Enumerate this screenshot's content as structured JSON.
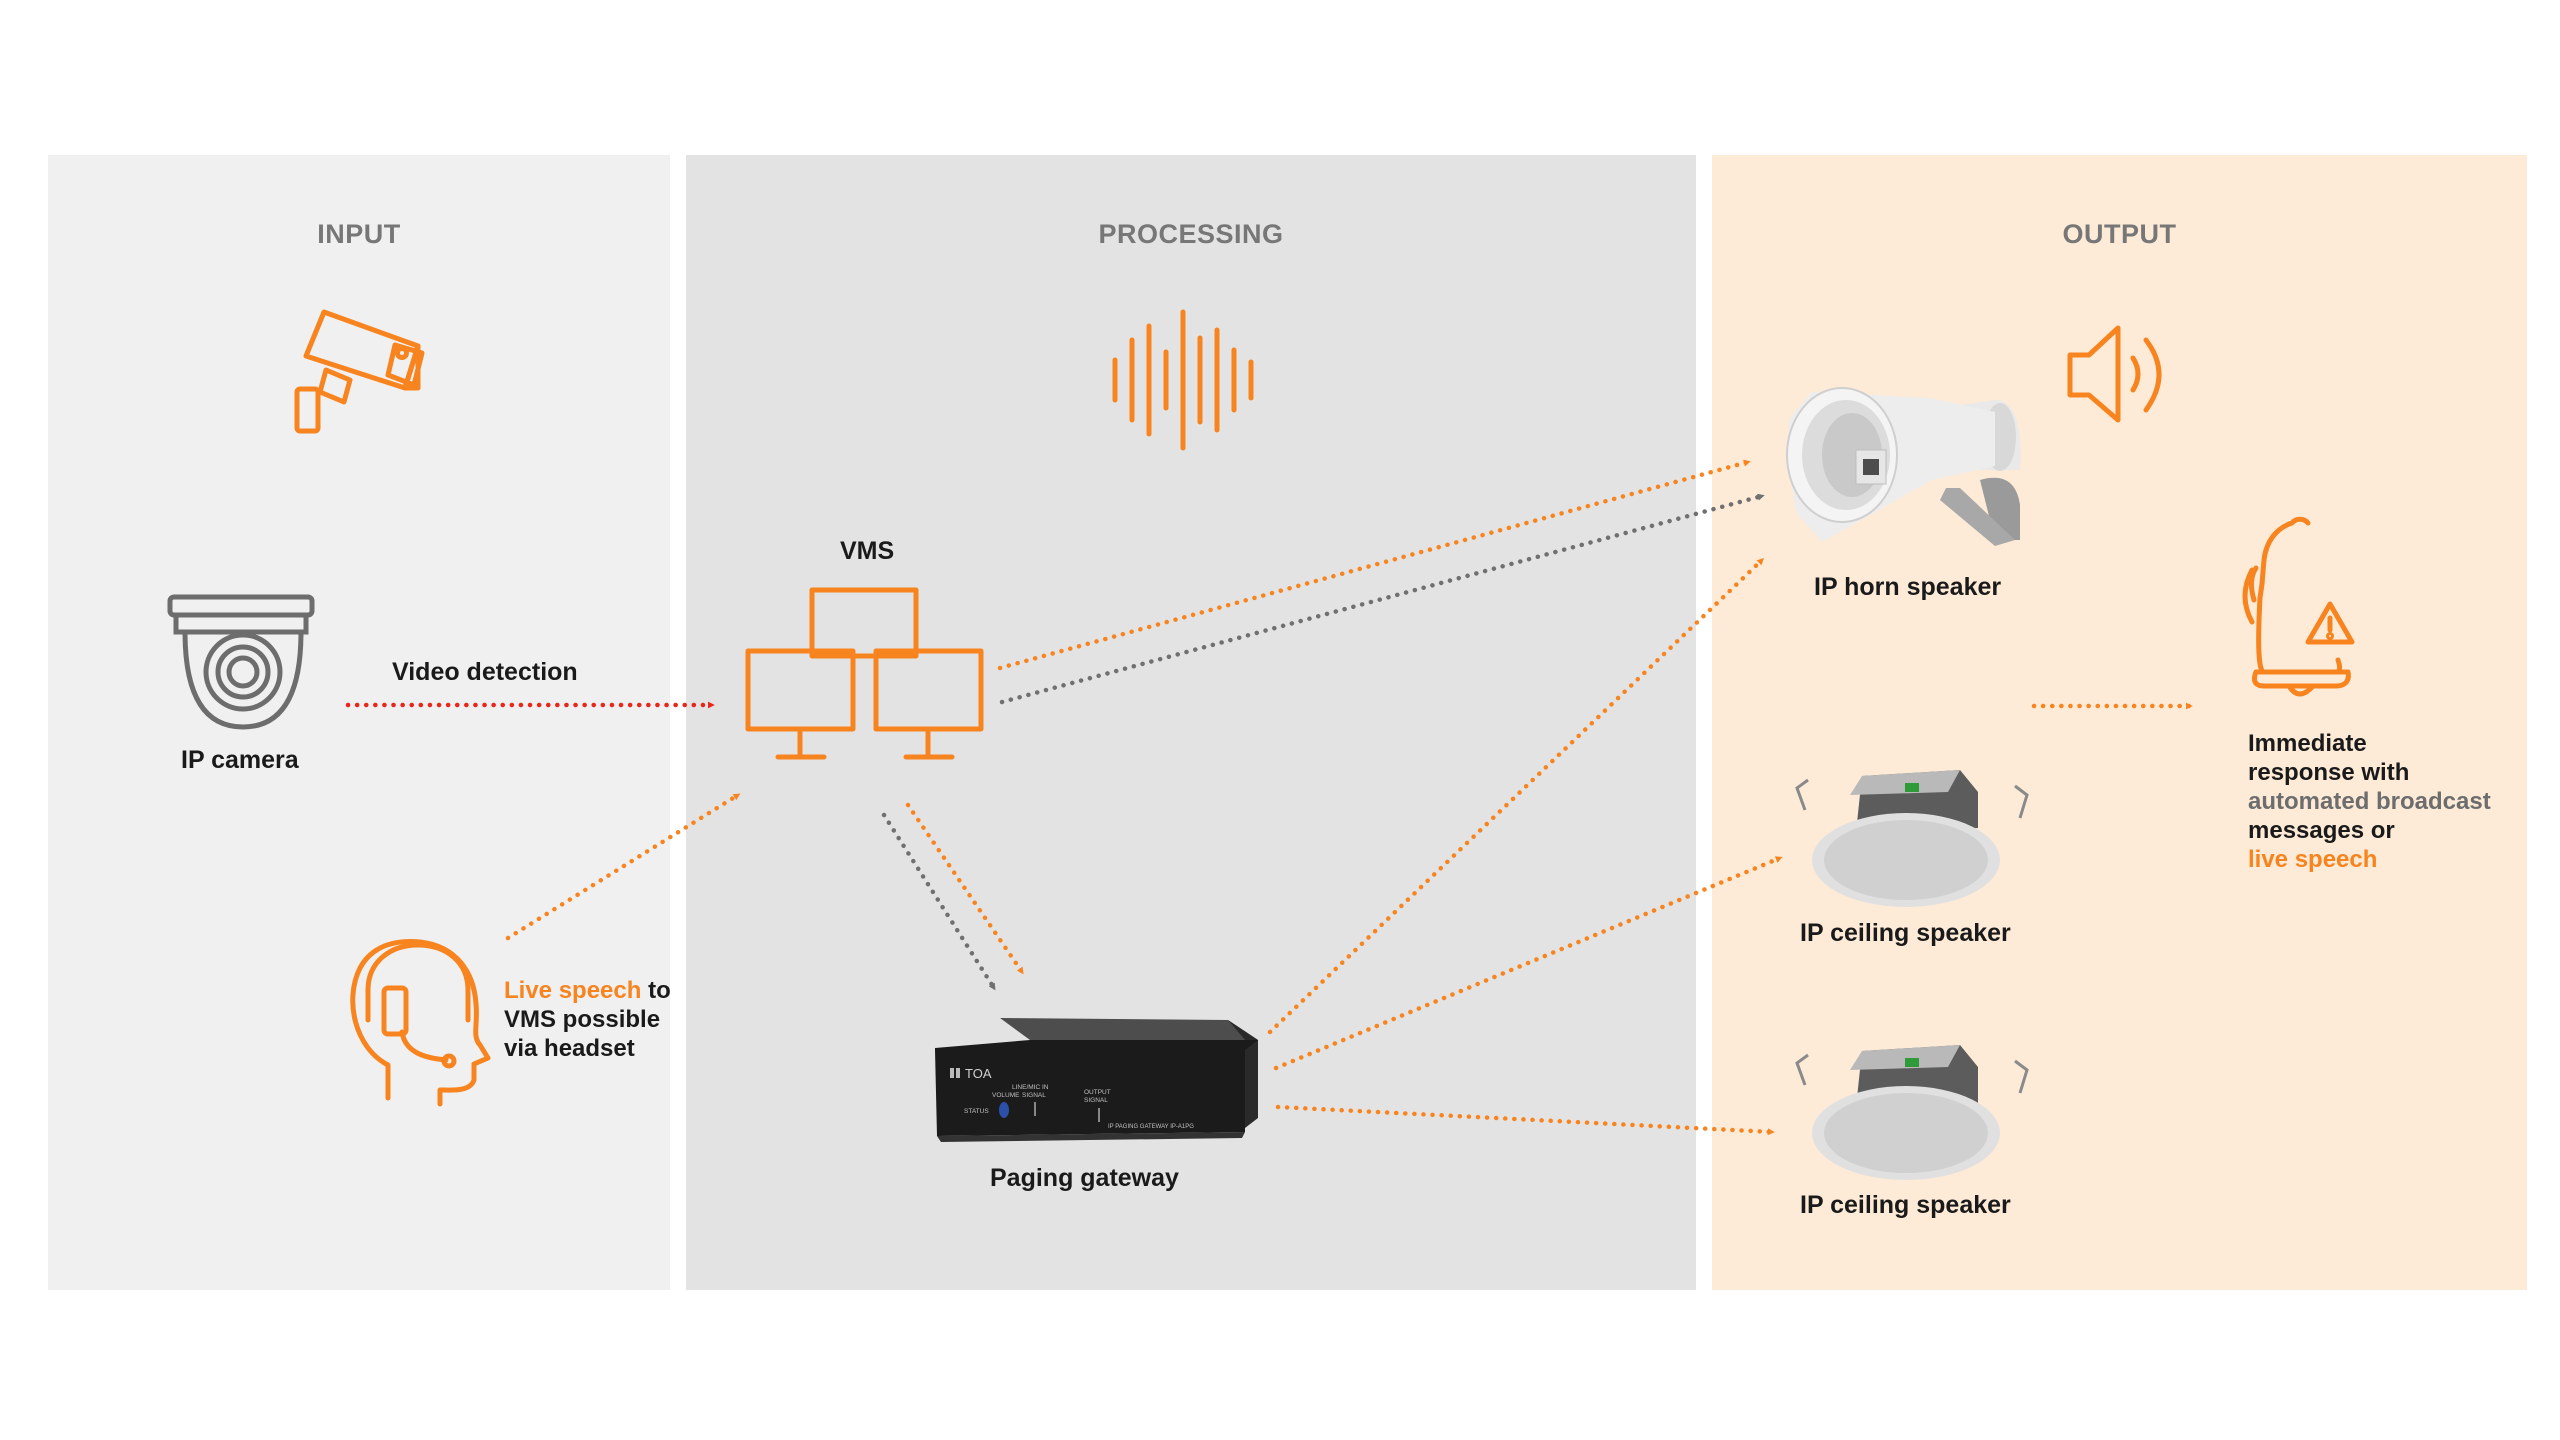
{
  "panels": {
    "input": "INPUT",
    "processing": "PROCESSING",
    "output": "OUTPUT"
  },
  "labels": {
    "ip_camera": "IP camera",
    "video_detection": "Video detection",
    "vms": "VMS",
    "paging_gateway": "Paging gateway",
    "ip_horn_speaker": "IP horn speaker",
    "ip_ceiling_speaker_1": "IP ceiling speaker",
    "ip_ceiling_speaker_2": "IP ceiling speaker"
  },
  "headset_note": {
    "highlight": "Live speech",
    "rest1": " to",
    "line2": "VMS possible",
    "line3": "via headset"
  },
  "response_note": {
    "line1": "Immediate",
    "line2": "response with",
    "line3": "automated broadcast",
    "line4": "messages or",
    "line5": "live speech"
  },
  "device_markings": {
    "brand": "TOA",
    "gateway_model": "IP PAGING GATEWAY  IP-A1PG",
    "status": "STATUS",
    "line_mic_in": "LINE/MIC IN",
    "volume": "VOLUME",
    "signal": "SIGNAL",
    "output": "OUTPUT",
    "output_signal": "SIGNAL"
  },
  "colors": {
    "accent_orange": "#f7841f",
    "detection_red": "#e8271c",
    "connector_gray": "#707070",
    "icon_gray": "#6d6d6d",
    "input_panel": "#f0f0f0",
    "processing_panel": "#e3e3e3",
    "output_panel": "#fdebd8"
  },
  "icons": [
    "security-camera-icon",
    "sound-wave-icon",
    "speaker-volume-icon",
    "dome-camera-icon",
    "network-computers-icon",
    "headset-operator-icon",
    "alarm-bell-warning-icon"
  ]
}
